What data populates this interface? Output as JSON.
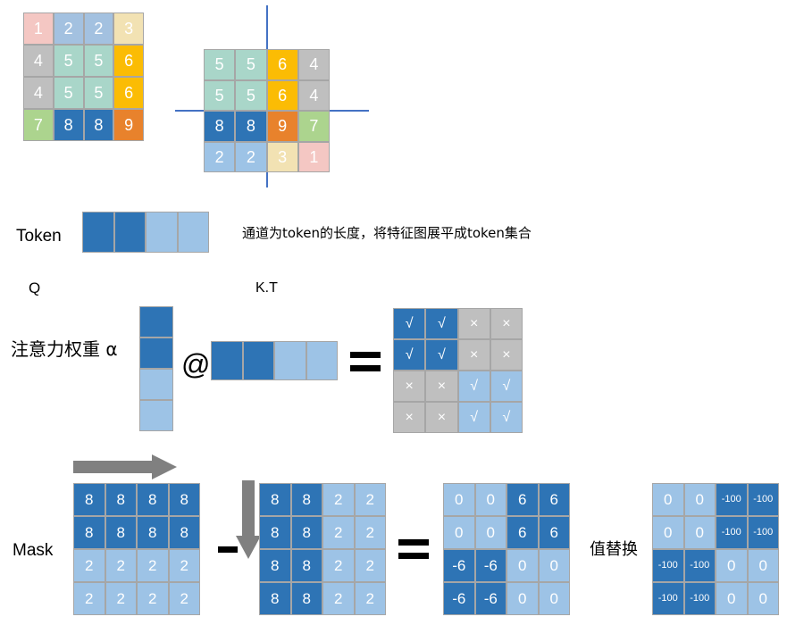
{
  "diagram": {
    "title_context": "attention mask construction illustration",
    "palette": {
      "dark_blue": "#2E74B5",
      "light_blue": "#9DC3E6",
      "gray": "#BFBFBF",
      "teal": "#A9D6C9",
      "orange_yellow": "#FBBC04",
      "orange": "#E8822C",
      "green": "#ACD48E",
      "pink": "#F4C7C3",
      "cream": "#F2E2B3",
      "blue_steel": "#A3C1E0",
      "crosshair": "#4472C4",
      "arrow_gray": "#808080",
      "cell_border": "#A6A6A6",
      "text_white": "#FFFFFF",
      "text_black": "#000000"
    },
    "feature_map_1": {
      "name": "feature-map-original",
      "rows": 4,
      "cols": 4,
      "values": [
        [
          "1",
          "2",
          "2",
          "3"
        ],
        [
          "4",
          "5",
          "5",
          "6"
        ],
        [
          "4",
          "5",
          "5",
          "6"
        ],
        [
          "7",
          "8",
          "8",
          "9"
        ]
      ],
      "colors": [
        [
          "#F4C7C3",
          "#A3C1E0",
          "#A3C1E0",
          "#F2E2B3"
        ],
        [
          "#BFBFBF",
          "#A9D6C9",
          "#A9D6C9",
          "#FBBC04"
        ],
        [
          "#BFBFBF",
          "#A9D6C9",
          "#A9D6C9",
          "#FBBC04"
        ],
        [
          "#ACD48E",
          "#2E74B5",
          "#2E74B5",
          "#E8822C"
        ]
      ]
    },
    "feature_map_2": {
      "name": "feature-map-shifted",
      "rows": 4,
      "cols": 4,
      "values": [
        [
          "5",
          "5",
          "6",
          "4"
        ],
        [
          "5",
          "5",
          "6",
          "4"
        ],
        [
          "8",
          "8",
          "9",
          "7"
        ],
        [
          "2",
          "2",
          "3",
          "1"
        ]
      ],
      "colors": [
        [
          "#A9D6C9",
          "#A9D6C9",
          "#FBBC04",
          "#BFBFBF"
        ],
        [
          "#A9D6C9",
          "#A9D6C9",
          "#FBBC04",
          "#BFBFBF"
        ],
        [
          "#2E74B5",
          "#2E74B5",
          "#E8822C",
          "#ACD48E"
        ],
        [
          "#9DC3E6",
          "#9DC3E6",
          "#F2E2B3",
          "#F4C7C3"
        ]
      ]
    },
    "token_row": {
      "label": "Token",
      "note": "通道为token的长度，将特征图展平成token集合",
      "cells": [
        {
          "value": "",
          "color": "#2E74B5"
        },
        {
          "value": "",
          "color": "#2E74B5"
        },
        {
          "value": "",
          "color": "#9DC3E6"
        },
        {
          "value": "",
          "color": "#9DC3E6"
        }
      ]
    },
    "attention": {
      "label": "注意力权重 α",
      "q_label": "Q",
      "kt_label": "K.T",
      "op_at": "@",
      "q_cells": [
        {
          "value": "",
          "color": "#2E74B5"
        },
        {
          "value": "",
          "color": "#2E74B5"
        },
        {
          "value": "",
          "color": "#9DC3E6"
        },
        {
          "value": "",
          "color": "#9DC3E6"
        }
      ],
      "kt_cells": [
        {
          "value": "",
          "color": "#2E74B5"
        },
        {
          "value": "",
          "color": "#2E74B5"
        },
        {
          "value": "",
          "color": "#9DC3E6"
        },
        {
          "value": "",
          "color": "#9DC3E6"
        }
      ],
      "result": {
        "name": "attention-validity-matrix",
        "rows": 4,
        "cols": 4,
        "values": [
          [
            "√",
            "√",
            "×",
            "×"
          ],
          [
            "√",
            "√",
            "×",
            "×"
          ],
          [
            "×",
            "×",
            "√",
            "√"
          ],
          [
            "×",
            "×",
            "√",
            "√"
          ]
        ],
        "colors": [
          [
            "#2E74B5",
            "#2E74B5",
            "#BFBFBF",
            "#BFBFBF"
          ],
          [
            "#2E74B5",
            "#2E74B5",
            "#BFBFBF",
            "#BFBFBF"
          ],
          [
            "#BFBFBF",
            "#BFBFBF",
            "#9DC3E6",
            "#9DC3E6"
          ],
          [
            "#BFBFBF",
            "#BFBFBF",
            "#9DC3E6",
            "#9DC3E6"
          ]
        ]
      }
    },
    "mask_row": {
      "label": "Mask",
      "replace_label": "值替换",
      "minus": "−",
      "mask_a": {
        "name": "mask-row-broadcast",
        "values": [
          [
            "8",
            "8",
            "8",
            "8"
          ],
          [
            "8",
            "8",
            "8",
            "8"
          ],
          [
            "2",
            "2",
            "2",
            "2"
          ],
          [
            "2",
            "2",
            "2",
            "2"
          ]
        ],
        "colors": [
          [
            "#2E74B5",
            "#2E74B5",
            "#2E74B5",
            "#2E74B5"
          ],
          [
            "#2E74B5",
            "#2E74B5",
            "#2E74B5",
            "#2E74B5"
          ],
          [
            "#9DC3E6",
            "#9DC3E6",
            "#9DC3E6",
            "#9DC3E6"
          ],
          [
            "#9DC3E6",
            "#9DC3E6",
            "#9DC3E6",
            "#9DC3E6"
          ]
        ]
      },
      "mask_b": {
        "name": "mask-col-broadcast",
        "values": [
          [
            "8",
            "8",
            "2",
            "2"
          ],
          [
            "8",
            "8",
            "2",
            "2"
          ],
          [
            "8",
            "8",
            "2",
            "2"
          ],
          [
            "8",
            "8",
            "2",
            "2"
          ]
        ],
        "colors": [
          [
            "#2E74B5",
            "#2E74B5",
            "#9DC3E6",
            "#9DC3E6"
          ],
          [
            "#2E74B5",
            "#2E74B5",
            "#9DC3E6",
            "#9DC3E6"
          ],
          [
            "#2E74B5",
            "#2E74B5",
            "#9DC3E6",
            "#9DC3E6"
          ],
          [
            "#2E74B5",
            "#2E74B5",
            "#9DC3E6",
            "#9DC3E6"
          ]
        ]
      },
      "mask_diff": {
        "name": "mask-difference",
        "values": [
          [
            "0",
            "0",
            "6",
            "6"
          ],
          [
            "0",
            "0",
            "6",
            "6"
          ],
          [
            "-6",
            "-6",
            "0",
            "0"
          ],
          [
            "-6",
            "-6",
            "0",
            "0"
          ]
        ],
        "colors": [
          [
            "#9DC3E6",
            "#9DC3E6",
            "#2E74B5",
            "#2E74B5"
          ],
          [
            "#9DC3E6",
            "#9DC3E6",
            "#2E74B5",
            "#2E74B5"
          ],
          [
            "#2E74B5",
            "#2E74B5",
            "#9DC3E6",
            "#9DC3E6"
          ],
          [
            "#2E74B5",
            "#2E74B5",
            "#9DC3E6",
            "#9DC3E6"
          ]
        ]
      },
      "mask_final": {
        "name": "mask-final-replaced",
        "values": [
          [
            "0",
            "0",
            "-100",
            "-100"
          ],
          [
            "0",
            "0",
            "-100",
            "-100"
          ],
          [
            "-100",
            "-100",
            "0",
            "0"
          ],
          [
            "-100",
            "-100",
            "0",
            "0"
          ]
        ],
        "colors": [
          [
            "#9DC3E6",
            "#9DC3E6",
            "#2E74B5",
            "#2E74B5"
          ],
          [
            "#9DC3E6",
            "#9DC3E6",
            "#2E74B5",
            "#2E74B5"
          ],
          [
            "#2E74B5",
            "#2E74B5",
            "#9DC3E6",
            "#9DC3E6"
          ],
          [
            "#2E74B5",
            "#2E74B5",
            "#9DC3E6",
            "#9DC3E6"
          ]
        ]
      }
    }
  }
}
